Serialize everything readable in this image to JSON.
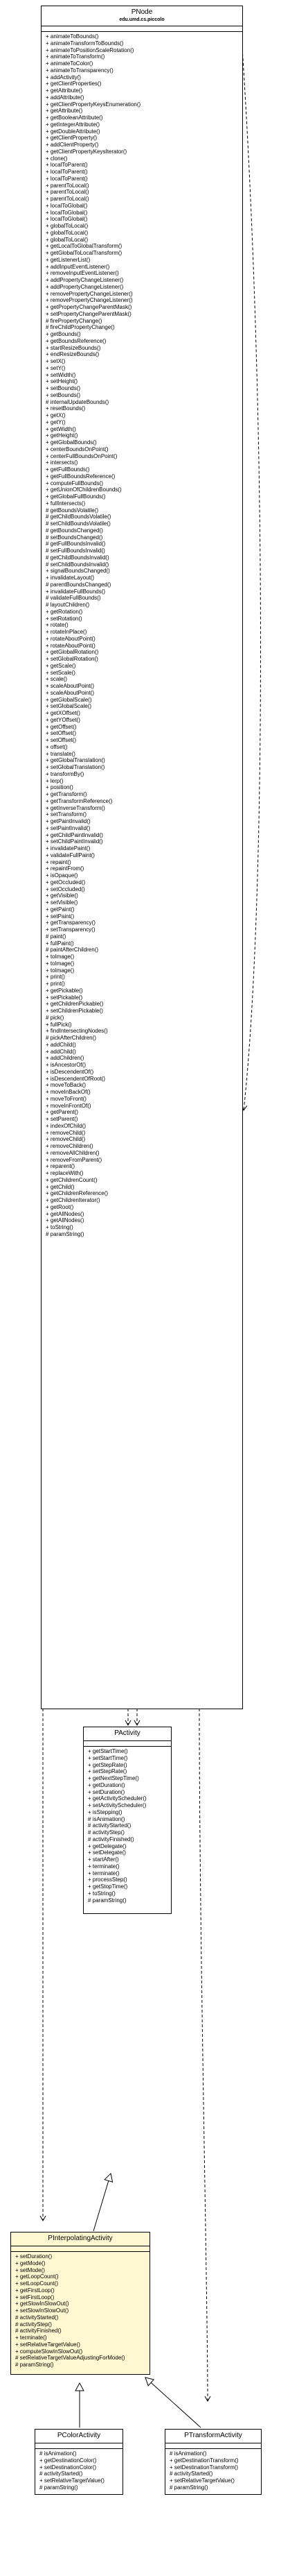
{
  "classes": {
    "pnode": {
      "name": "PNode",
      "package": "edu.umd.cs.piccolo",
      "operations": [
        "+ animateToBounds()",
        "+ animateTransformToBounds()",
        "+ animateToPositionScaleRotation()",
        "+ animateToTransform()",
        "+ animateToColor()",
        "+ animateToTransparency()",
        "+ addActivity()",
        "+ getClientProperties()",
        "+ getAttribute()",
        "+ addAttribute()",
        "+ getClientPropertyKeysEnumeration()",
        "+ getAttribute()",
        "+ getBooleanAttribute()",
        "+ getIntegerAttribute()",
        "+ getDoubleAttribute()",
        "+ getClientProperty()",
        "+ addClientProperty()",
        "+ getClientPropertyKeysIterator()",
        "+ clone()",
        "+ localToParent()",
        "+ localToParent()",
        "+ localToParent()",
        "+ parentToLocal()",
        "+ parentToLocal()",
        "+ parentToLocal()",
        "+ localToGlobal()",
        "+ localToGlobal()",
        "+ localToGlobal()",
        "+ globalToLocal()",
        "+ globalToLocal()",
        "+ globalToLocal()",
        "+ getLocalToGlobalTransform()",
        "+ getGlobalToLocalTransform()",
        "+ getListenerList()",
        "+ addInputEventListener()",
        "+ removeInputEventListener()",
        "+ addPropertyChangeListener()",
        "+ addPropertyChangeListener()",
        "+ removePropertyChangeListener()",
        "+ removePropertyChangeListener()",
        "+ getPropertyChangeParentMask()",
        "+ setPropertyChangeParentMask()",
        "# firePropertyChange()",
        "# fireChildPropertyChange()",
        "+ getBounds()",
        "+ getBoundsReference()",
        "+ startResizeBounds()",
        "+ endResizeBounds()",
        "+ setX()",
        "+ setY()",
        "+ setWidth()",
        "+ setHeight()",
        "+ setBounds()",
        "+ setBounds()",
        "# internalUpdateBounds()",
        "+ resetBounds()",
        "+ getX()",
        "+ getY()",
        "+ getWidth()",
        "+ getHeight()",
        "+ getGlobalBounds()",
        "+ centerBoundsOnPoint()",
        "+ centerFullBoundsOnPoint()",
        "+ intersects()",
        "+ getFullBounds()",
        "+ getFullBoundsReference()",
        "+ computeFullBounds()",
        "+ getUnionOfChildrenBounds()",
        "+ getGlobalFullBounds()",
        "+ fullIntersects()",
        "# getBoundsVolatile()",
        "# getChildBoundsVolatile()",
        "# setChildBoundsVolatile()",
        "# getBoundsChanged()",
        "# setBoundsChanged()",
        "# getFullBoundsInvalid()",
        "# setFullBoundsInvalid()",
        "# getChildBoundsInvalid()",
        "# setChildBoundsInvalid()",
        "+ signalBoundsChanged()",
        "+ invalidateLayout()",
        "# parentBoundsChanged()",
        "+ invalidateFullBounds()",
        "# validateFullBounds()",
        "# layoutChildren()",
        "+ getRotation()",
        "+ setRotation()",
        "+ rotate()",
        "+ rotateInPlace()",
        "+ rotateAboutPoint()",
        "+ rotateAboutPoint()",
        "+ getGlobalRotation()",
        "+ setGlobalRotation()",
        "+ getScale()",
        "+ setScale()",
        "+ scale()",
        "+ scaleAboutPoint()",
        "+ scaleAboutPoint()",
        "+ getGlobalScale()",
        "+ setGlobalScale()",
        "+ getXOffset()",
        "+ getYOffset()",
        "+ getOffset()",
        "+ setOffset()",
        "+ setOffset()",
        "+ offset()",
        "+ translate()",
        "+ getGlobalTranslation()",
        "+ setGlobalTranslation()",
        "+ transformBy()",
        "+ lerp()",
        "+ position()",
        "+ getTransform()",
        "+ getTransformReference()",
        "+ getInverseTransform()",
        "+ setTransform()",
        "+ getPaintInvalid()",
        "+ setPaintInvalid()",
        "+ getChildPaintInvalid()",
        "+ setChildPaintInvalid()",
        "+ invalidatePaint()",
        "+ validateFullPaint()",
        "+ repaint()",
        "+ repaintFrom()",
        "+ isOpaque()",
        "+ getOccluded()",
        "+ setOccluded()",
        "+ getVisible()",
        "+ setVisible()",
        "+ getPaint()",
        "+ setPaint()",
        "+ getTransparency()",
        "+ setTransparency()",
        "# paint()",
        "+ fullPaint()",
        "# paintAfterChildren()",
        "+ toImage()",
        "+ toImage()",
        "+ toImage()",
        "+ print()",
        "+ print()",
        "+ getPickable()",
        "+ setPickable()",
        "+ getChildrenPickable()",
        "+ setChildrenPickable()",
        "# pick()",
        "+ fullPick()",
        "+ findIntersectingNodes()",
        "# pickAfterChildren()",
        "+ addChild()",
        "+ addChild()",
        "+ addChildren()",
        "+ isAncestorOf()",
        "+ isDescendentOf()",
        "+ isDescendentOfRoot()",
        "+ moveToBack()",
        "+ moveInBackOf()",
        "+ moveToFront()",
        "+ moveInFrontOf()",
        "+ getParent()",
        "+ setParent()",
        "+ indexOfChild()",
        "+ removeChild()",
        "+ removeChild()",
        "+ removeChildren()",
        "+ removeAllChildren()",
        "+ removeFromParent()",
        "+ reparent()",
        "+ replaceWith()",
        "+ getChildrenCount()",
        "+ getChild()",
        "+ getChildrenReference()",
        "+ getChildrenIterator()",
        "+ getRoot()",
        "+ getAllNodes()",
        "+ getAllNodes()",
        "+ toString()",
        "# paramString()"
      ]
    },
    "pactivity": {
      "name": "PActivity",
      "operations": [
        "+ getStartTime()",
        "+ setStartTime()",
        "+ getStepRate()",
        "+ setStepRate()",
        "+ getNextStepTime()",
        "+ getDuration()",
        "+ setDuration()",
        "+ getActivityScheduler()",
        "+ setActivityScheduler()",
        "+ isStepping()",
        "# isAnimation()",
        "# activityStarted()",
        "# activityStep()",
        "# activityFinished()",
        "+ getDelegate()",
        "+ setDelegate()",
        "+ startAfter()",
        "+ terminate()",
        "+ terminate()",
        "+ processStep()",
        "+ getStopTime()",
        "+ toString()",
        "# paramString()"
      ]
    },
    "pinterpolating": {
      "name": "PInterpolatingActivity",
      "operations": [
        "+ setDuration()",
        "+ getMode()",
        "+ setMode()",
        "+ getLoopCount()",
        "+ setLoopCount()",
        "+ getFirstLoop()",
        "+ setFirstLoop()",
        "+ getSlowInSlowOut()",
        "+ setSlowInSlowOut()",
        "# activityStarted()",
        "# activityStep()",
        "# activityFinished()",
        "+ terminate()",
        "+ setRelativeTargetValue()",
        "+ computeSlowInSlowOut()",
        "# setRelativeTargetValueAdjustingForMode()",
        "# paramString()"
      ]
    },
    "pcolor": {
      "name": "PColorActivity",
      "operations": [
        "# isAnimation()",
        "+ getDestinationColor()",
        "+ setDestinationColor()",
        "# activityStarted()",
        "+ setRelativeTargetValue()",
        "# paramString()"
      ]
    },
    "ptransform": {
      "name": "PTransformActivity",
      "operations": [
        "# isAnimation()",
        "+ getDestinationTransform()",
        "+ setDestinationTransform()",
        "# activityStarted()",
        "+ setRelativeTargetValue()",
        "# paramString()"
      ]
    }
  }
}
